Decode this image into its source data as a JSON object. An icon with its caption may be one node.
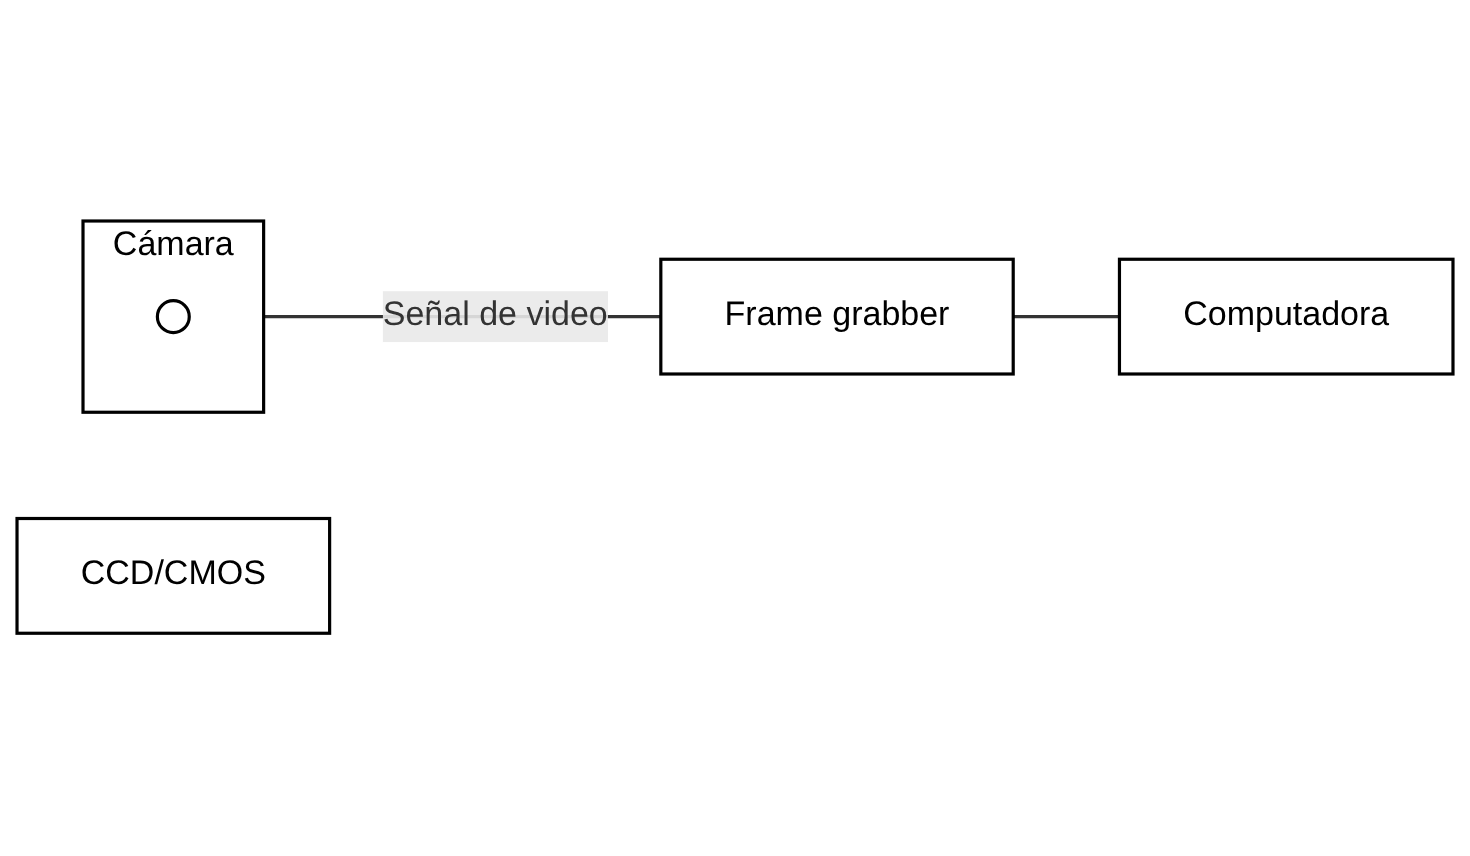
{
  "diagram": {
    "nodes": [
      {
        "text": [
          "CCD/CMOS"
        ]
      },
      {
        "text": [
          "Cámara"
        ]
      },
      {
        "text": [],
        "shape": "circle",
        "in": 1
      },
      {
        "text": [
          "Frame grabber"
        ]
      },
      {
        "text": [
          "Computadora"
        ]
      }
    ],
    "edges": [
      {
        "from": 1,
        "to": 3,
        "arrow": "none",
        "label": "Señal de video"
      },
      {
        "from": 3,
        "to": 4,
        "arrow": "none"
      }
    ]
  }
}
